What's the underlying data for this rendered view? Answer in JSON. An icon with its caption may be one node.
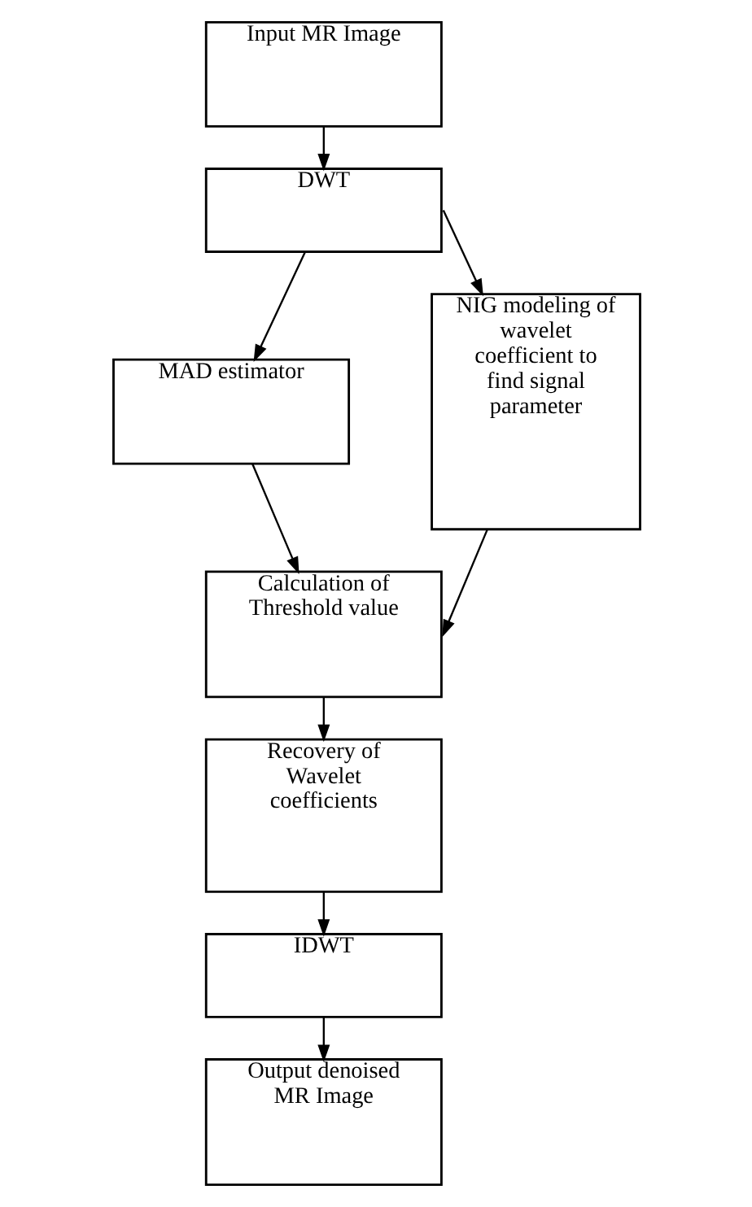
{
  "diagram": {
    "nodes": [
      {
        "text": [
          "Input MR Image"
        ]
      },
      {
        "text": [
          "DWT"
        ]
      },
      {
        "text": [
          "MAD estimator"
        ]
      },
      {
        "text": [
          "NIG modeling of wavelet coefficient to find signal parameter"
        ]
      },
      {
        "text": [
          "Calculation of Threshold value"
        ]
      },
      {
        "text": [
          "Recovery of Wavelet coefficients"
        ]
      },
      {
        "text": [
          "IDWT"
        ]
      },
      {
        "text": [
          "Output denoised MR Image"
        ]
      }
    ],
    "edges": [
      {
        "from": 0,
        "to": 1,
        "arrow": "to"
      },
      {
        "from": 1,
        "to": 2,
        "arrow": "to"
      },
      {
        "from": 1,
        "to": 3,
        "arrow": "to"
      },
      {
        "from": 2,
        "to": 4,
        "arrow": "to"
      },
      {
        "from": 3,
        "to": 4,
        "arrow": "to"
      },
      {
        "from": 4,
        "to": 5,
        "arrow": "to"
      },
      {
        "from": 5,
        "to": 6,
        "arrow": "to"
      },
      {
        "from": 6,
        "to": 7,
        "arrow": "to"
      }
    ]
  }
}
